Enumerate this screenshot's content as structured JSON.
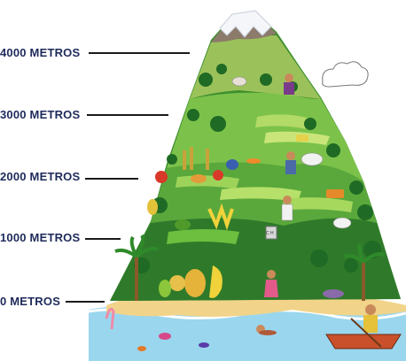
{
  "altitude_labels": [
    {
      "value": "4000",
      "unit": "METROS"
    },
    {
      "value": "3000",
      "unit": "METROS"
    },
    {
      "value": "2000",
      "unit": "METROS"
    },
    {
      "value": "1000",
      "unit": "METROS"
    },
    {
      "value": "0",
      "unit": "METROS"
    }
  ],
  "sign_text": "C H",
  "colors": {
    "label_text": "#1e2a5a",
    "snow": "#f4f6fa",
    "rock": "#8c7a6b",
    "forest_dark": "#2f7a2a",
    "forest_mid": "#4ea33a",
    "forest_light": "#8fcf4a",
    "sand": "#f2d58c",
    "water": "#8fd0ea"
  }
}
